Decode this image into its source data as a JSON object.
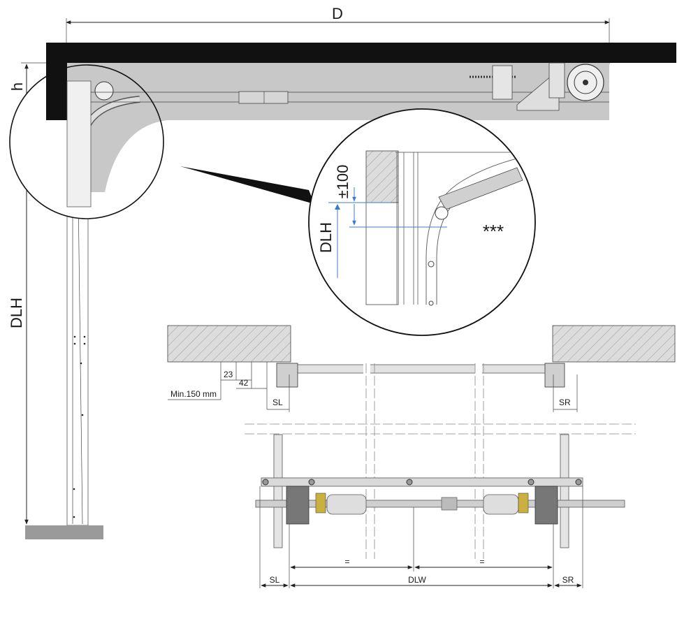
{
  "dimensions": {
    "depth": "D",
    "headroom": "h",
    "door_height_left": "DLH",
    "door_height_detail": "DLH",
    "tolerance": "±100",
    "note_mark": "***",
    "min_side": "Min.150 mm",
    "dim_23": "23",
    "dim_42": "42",
    "side_left_top": "SL",
    "side_right_top": "SR",
    "side_left_bottom": "SL",
    "side_right_bottom": "SR",
    "door_width": "DLW",
    "equal_left": "=",
    "equal_right": "="
  },
  "colors": {
    "lintel": "#111111",
    "track_fill": "#c8c8c8",
    "wall_hatch": "#d9d9d9",
    "dimension_line": "#222222",
    "detail_blue": "#3a7cc4"
  }
}
